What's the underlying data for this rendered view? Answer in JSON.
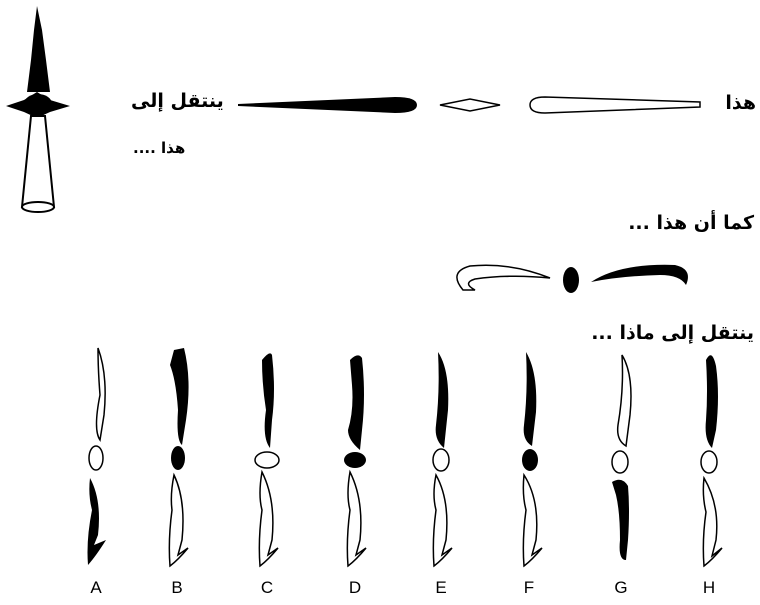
{
  "texts": {
    "this_right": "هذا",
    "moves_to": "ينتقل إلى",
    "this_dots": "هذا ....",
    "as_this": "كما أن هذا ...",
    "moves_to_what": "ينتقل إلى ماذا ..."
  },
  "options": [
    "A",
    "B",
    "C",
    "D",
    "E",
    "F",
    "G",
    "H"
  ],
  "colors": {
    "ink": "#000000",
    "paper": "#ffffff"
  }
}
